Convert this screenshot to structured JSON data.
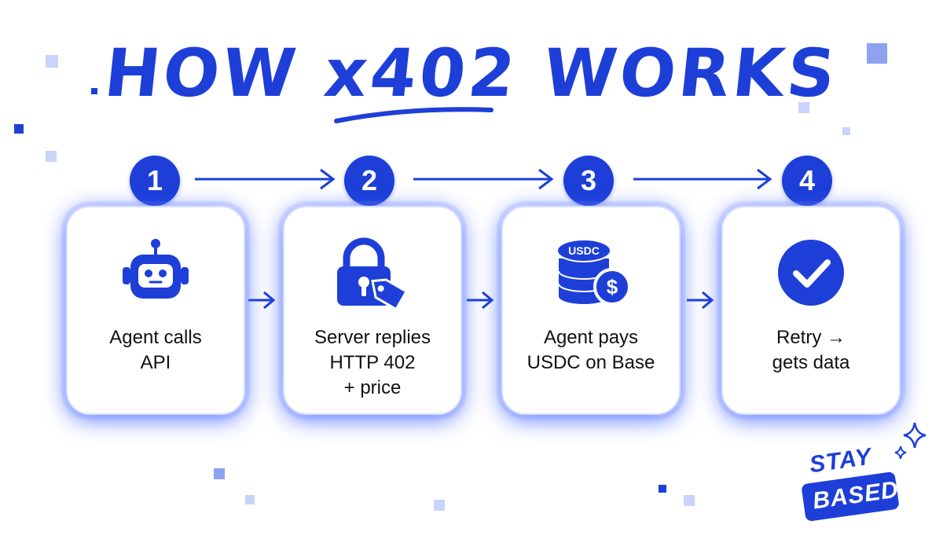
{
  "title": "HOW x402 WORKS",
  "colors": {
    "accent": "#1d3fd8",
    "glow": "#5a78ff",
    "background": "#ffffff"
  },
  "steps": [
    {
      "number": "1",
      "icon": "robot-icon",
      "label": "Agent calls\nAPI"
    },
    {
      "number": "2",
      "icon": "lock-tag-icon",
      "label": "Server replies\nHTTP 402\n+ price"
    },
    {
      "number": "3",
      "icon": "usdc-coins-icon",
      "coin_label": "USDC",
      "label": "Agent pays\nUSDC on Base"
    },
    {
      "number": "4",
      "icon": "checkmark-icon",
      "label": "Retry →\ngets data"
    }
  ],
  "stamp": {
    "line1": "STAY",
    "line2": "BASED",
    "icon": "sparkle-icon"
  }
}
